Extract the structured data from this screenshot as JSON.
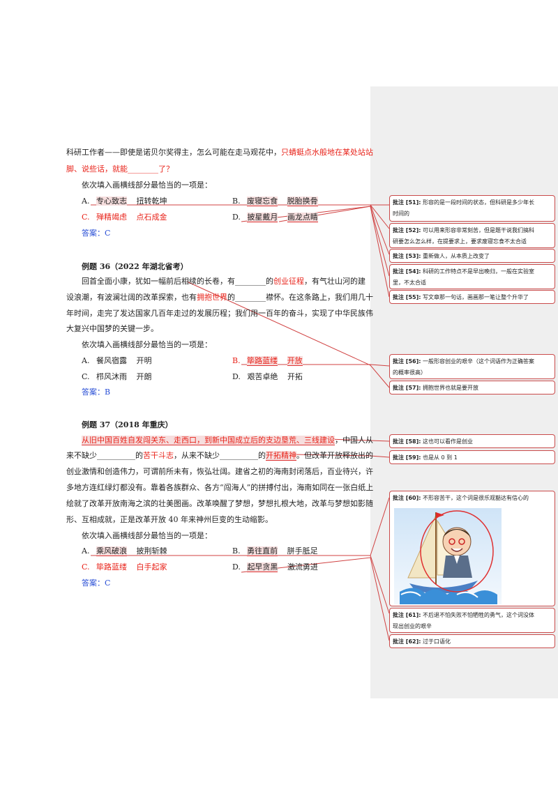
{
  "p1": {
    "line1a": "科研工作者——即使是诺贝尔奖得主，怎么可能在走马观花中，",
    "line1b": "只蜻蜓点水般地在某处站站",
    "line2a": "脚、说些话，就能",
    "line2b": "________了？",
    "prompt": "依次填入画横线部分最恰当的一项是：",
    "A_label": "A.",
    "A1": "专心致志",
    "A2": "扭转乾坤",
    "B_label": "B.",
    "B1": "废寝忘食",
    "B2": "脱胎换骨",
    "C_label": "C.",
    "C1": "殚精竭虑",
    "C2": "点石成金",
    "D_label": "D.",
    "D1": "披星戴月",
    "D2": "画龙点睛",
    "answer": "答案：C"
  },
  "ex36": {
    "title": "例题 36（2022 年湖北省考）",
    "l1a": "回首全面小康，犹如一幅前后相续的长卷，有________的",
    "l1b": "创业征程",
    "l1c": "，有气壮山河的建",
    "l2a": "设浪潮，有波澜壮阔的改革探索，也有",
    "l2b": "拥抱世界",
    "l2c": "的________襟怀。在这条路上，我们用几十",
    "l3": "年时间，走完了发达国家几百年走过的发展历程；我们用一百年的奋斗，实现了中华民族伟",
    "l4": "大复兴中国梦的关键一步。",
    "prompt": "依次填入画横线部分最恰当的一项是：",
    "A_label": "A.",
    "A1": "餐风宿露",
    "A2": "开明",
    "B_label": "B.",
    "B1": "筚路蓝缕",
    "B2": "开放",
    "C_label": "C.",
    "C1": "栉风沐雨",
    "C2": "开朗",
    "D_label": "D.",
    "D1": "艰苦卓绝",
    "D2": "开拓",
    "answer": "答案：B"
  },
  "ex37": {
    "title": "例题 37（2018 年重庆）",
    "l1a": "从旧中国百姓自发闯关东、走西口，到新中国成立后的支边垦荒、三线建设",
    "l1b": "，中国人从",
    "l2a": "来不缺少__________的",
    "l2b": "苦干斗志",
    "l2c": "，从来不缺少__________的",
    "l2d": "开拓精神",
    "l2e": "。但改革开放释放出的",
    "l3": "创业激情和创造伟力，可谓前所未有，恢弘壮阔。建省之初的海南封闭落后，百业待兴，许",
    "l4": "多地方连红绿灯都没有。靠着各族群众、各方“闯海人”的拼搏付出，海南如同在一张白纸上",
    "l5": "绘就了改革开放南海之滨的壮美图画。改革唤醒了梦想，梦想扎根大地，改革与梦想如影随",
    "l6": "形、互相成就，正是改革开放 40 年来神州巨变的生动缩影。",
    "prompt": "依次填入画横线部分最恰当的一项是：",
    "A_label": "A.",
    "A1": "乘风破浪",
    "A2": "披荆斩棘",
    "B_label": "B.",
    "B1": "勇往直前",
    "B2": "胼手胝足",
    "C_label": "C.",
    "C1": "筚路蓝缕",
    "C2": "白手起家",
    "D_label": "D.",
    "D1": "起早贪黑",
    "D2": "激流勇进",
    "answer": "答案：C"
  },
  "comments": [
    {
      "tag": "批注 [51]:",
      "text1": "形容的是一段时间的状态，但科研是多少年长",
      "text2": "时间的"
    },
    {
      "tag": "批注 [52]:",
      "text1": "可以用来形容非常刻苦，但是题干说我们搞科",
      "text2": "研要怎么怎么样，在提要求上，要求废寝忘食不太合适"
    },
    {
      "tag": "批注 [53]:",
      "text1": "重新做人，从本质上改变了",
      "text2": ""
    },
    {
      "tag": "批注 [54]:",
      "text1": "科研的工作特点不是早出晚归，一般在实验室",
      "text2": "里，不太合适"
    },
    {
      "tag": "批注 [55]:",
      "text1": "写文章那一句话，画画那一笔让整个升华了",
      "text2": ""
    },
    {
      "tag": "批注 [56]:",
      "text1": "一般形容创业的艰辛（这个词语作为正确答案",
      "text2": "的概率很高）"
    },
    {
      "tag": "批注 [57]:",
      "text1": "拥抱世界也就是要开放",
      "text2": ""
    },
    {
      "tag": "批注 [58]:",
      "text1": "这也可以看作是创业",
      "text2": ""
    },
    {
      "tag": "批注 [59]:",
      "text1": "也是从 0 到 1",
      "text2": ""
    },
    {
      "tag": "批注 [60]:",
      "text1": "不形容苦干，这个词是很乐观豁达有信心的",
      "text2": ""
    },
    {
      "tag": "批注 [61]:",
      "text1": "不后退不怕失败不怕牺牲的勇气，这个词没体",
      "text2": "现出创业的艰辛"
    },
    {
      "tag": "批注 [62]:",
      "text1": "过于口语化",
      "text2": ""
    }
  ]
}
